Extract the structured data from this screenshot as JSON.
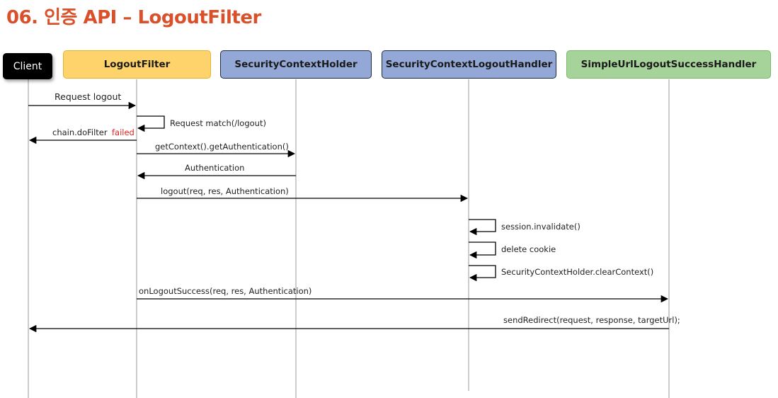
{
  "title": "06. 인증 API – LogoutFilter",
  "actors": {
    "client": "Client",
    "logout_filter": "LogoutFilter",
    "context_holder": "SecurityContextHolder",
    "logout_handler": "SecurityContextLogoutHandler",
    "success_handler": "SimpleUrlLogoutSuccessHandler"
  },
  "messages": {
    "request_logout": "Request logout",
    "request_match": "Request match(/logout)",
    "do_filter": "chain.doFilter",
    "failed": "failed",
    "get_context": "getContext().getAuthentication()",
    "authentication": "Authentication",
    "logout": "logout(req, res, Authentication)",
    "session_invalidate": "session.invalidate()",
    "delete_cookie": "delete cookie",
    "clear_context": "SecurityContextHolder.clearContext()",
    "on_logout_success": "onLogoutSuccess(req, res, Authentication)",
    "send_redirect": "sendRedirect(request, response, targetUrl);"
  },
  "colors": {
    "title": "#d9502a",
    "client": "#000000",
    "logout_filter": "#ffd36b",
    "context_holder": "#93a8d6",
    "logout_handler": "#93a8d6",
    "success_handler": "#a6d39a",
    "failed": "#e02020"
  }
}
